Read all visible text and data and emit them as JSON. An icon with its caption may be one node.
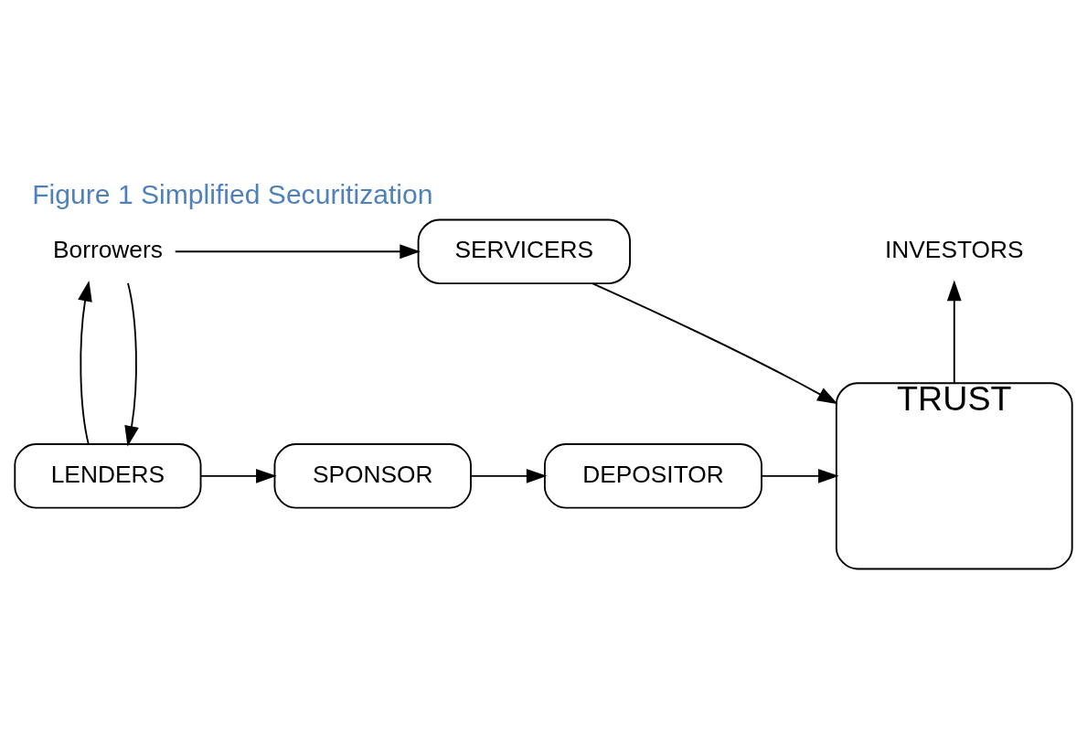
{
  "diagram": {
    "title": "Figure 1 Simplified Securitization",
    "nodes": [
      {
        "text": [
          "LENDERS"
        ]
      },
      {
        "text": [
          "SPONSOR"
        ]
      },
      {
        "text": [
          "DEPOSITOR"
        ]
      },
      {
        "text": [
          "TRUST"
        ]
      },
      {
        "text": [
          "INVESTORS"
        ]
      },
      {
        "text": [
          "Borrowers"
        ]
      },
      {
        "text": [
          "SERVICERS"
        ]
      }
    ],
    "edges": [
      {
        "from": 0,
        "to": 1,
        "arrow": "to"
      },
      {
        "from": 1,
        "to": 2,
        "arrow": "to"
      },
      {
        "from": 2,
        "to": 3,
        "arrow": "to"
      },
      {
        "from": 3,
        "to": 4,
        "arrow": "to"
      },
      {
        "from": 0,
        "to": 5,
        "arrow": "to"
      },
      {
        "from": 5,
        "to": 0,
        "arrow": "to"
      },
      {
        "from": 5,
        "to": 6,
        "arrow": "to"
      },
      {
        "from": 6,
        "to": 3,
        "arrow": "to"
      }
    ]
  }
}
